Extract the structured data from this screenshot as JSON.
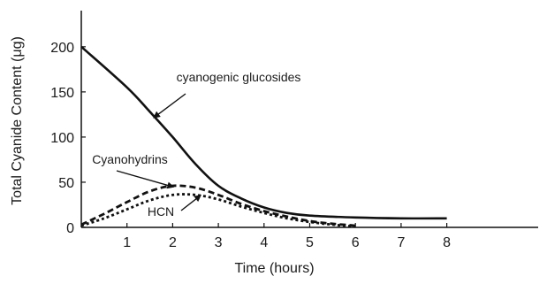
{
  "chart_data": {
    "type": "line",
    "title": "",
    "xlabel": "Time (hours)",
    "ylabel": "Total Cyanide Content (μg)",
    "xlim": [
      0,
      10
    ],
    "ylim": [
      0,
      240
    ],
    "x_ticks": [
      1,
      2,
      3,
      4,
      5,
      6,
      7,
      8
    ],
    "y_ticks": [
      0,
      50,
      100,
      150,
      200
    ],
    "grid": false,
    "legend": "none",
    "series": [
      {
        "name": "cyanogenic glucosides",
        "style": "solid",
        "color": "#111111",
        "x": [
          0,
          1,
          1.5,
          2,
          2.5,
          3,
          3.5,
          4,
          4.5,
          5,
          6,
          7,
          8
        ],
        "y": [
          200,
          155,
          128,
          100,
          70,
          46,
          32,
          22,
          16,
          13,
          11,
          10,
          10
        ]
      },
      {
        "name": "Cyanohydrins",
        "style": "dashed",
        "color": "#111111",
        "x": [
          0,
          0.5,
          1,
          1.5,
          2,
          2.5,
          3,
          3.5,
          4,
          4.5,
          5,
          5.5,
          6
        ],
        "y": [
          3,
          15,
          28,
          40,
          46,
          44,
          36,
          26,
          18,
          12,
          7,
          4,
          2
        ]
      },
      {
        "name": "HCN",
        "style": "dotted",
        "color": "#111111",
        "x": [
          0,
          0.5,
          1,
          1.5,
          2,
          2.5,
          3,
          3.5,
          4,
          4.5,
          5,
          5.5,
          6
        ],
        "y": [
          2,
          10,
          20,
          30,
          36,
          36,
          31,
          23,
          16,
          10,
          6,
          3,
          1
        ]
      }
    ],
    "annotations": [
      {
        "text": "cyanogenic glucosides",
        "series": 0,
        "x": 1.6,
        "y": 122
      },
      {
        "text": "Cyanohydrins",
        "series": 1,
        "x": 2.0,
        "y": 45
      },
      {
        "text": "HCN",
        "series": 2,
        "x": 2.6,
        "y": 35
      }
    ]
  }
}
